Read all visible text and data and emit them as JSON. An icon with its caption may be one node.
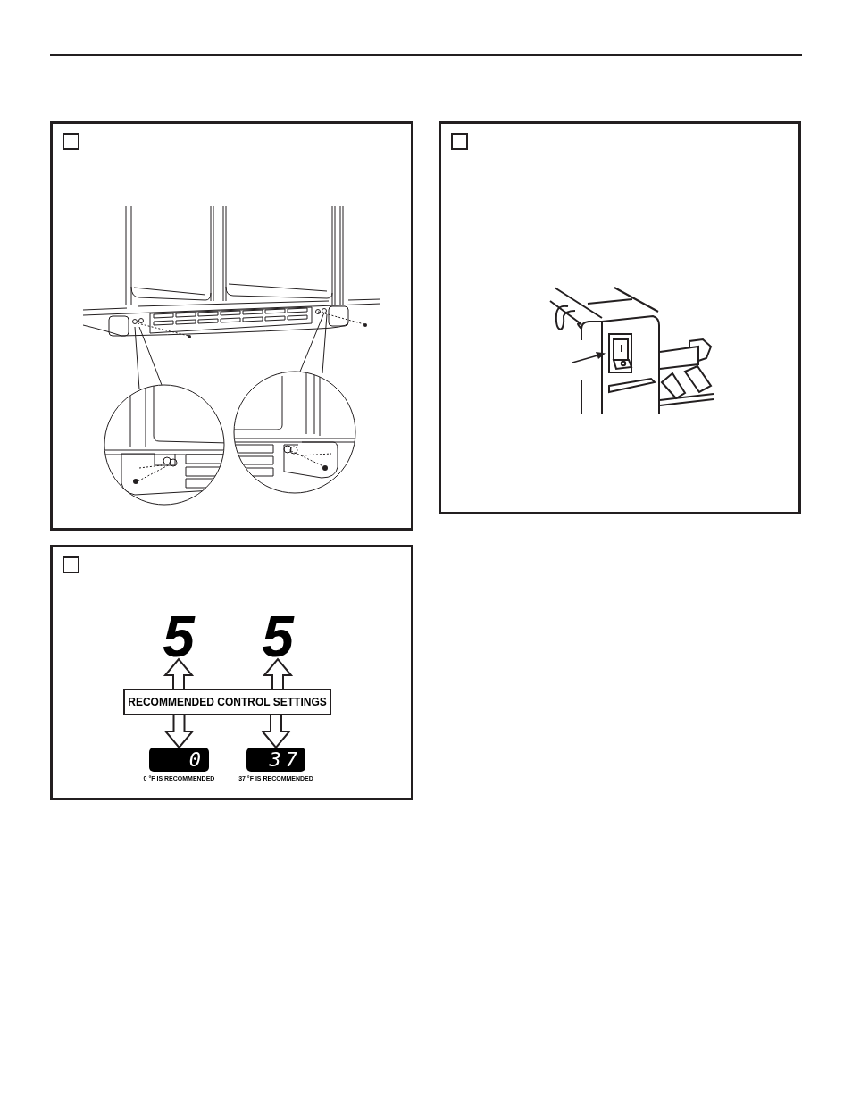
{
  "diagram": {
    "nodes": [
      {
        "text": [],
        "shape": "box"
      },
      {
        "text": [],
        "shape": "box"
      },
      {
        "text": [],
        "shape": "box"
      },
      {
        "text": [
          "5"
        ],
        "in": 2
      },
      {
        "text": [
          "5"
        ],
        "in": 2
      },
      {
        "text": [
          "RECOMMENDED CONTROL SETTINGS"
        ],
        "in": 2
      },
      {
        "text": [
          "0"
        ],
        "in": 2,
        "beside": [
          "0 °F IS RECOMMENDED"
        ]
      },
      {
        "text": [
          "37"
        ],
        "in": 2,
        "beside": [
          "37 °F IS RECOMMENDED"
        ]
      }
    ],
    "edges": [
      {
        "from": 5,
        "to": 3,
        "arrow": "to"
      },
      {
        "from": 5,
        "to": 6,
        "arrow": "to"
      },
      {
        "from": 5,
        "to": 4,
        "arrow": "to"
      },
      {
        "from": 5,
        "to": 7,
        "arrow": "to"
      }
    ]
  }
}
